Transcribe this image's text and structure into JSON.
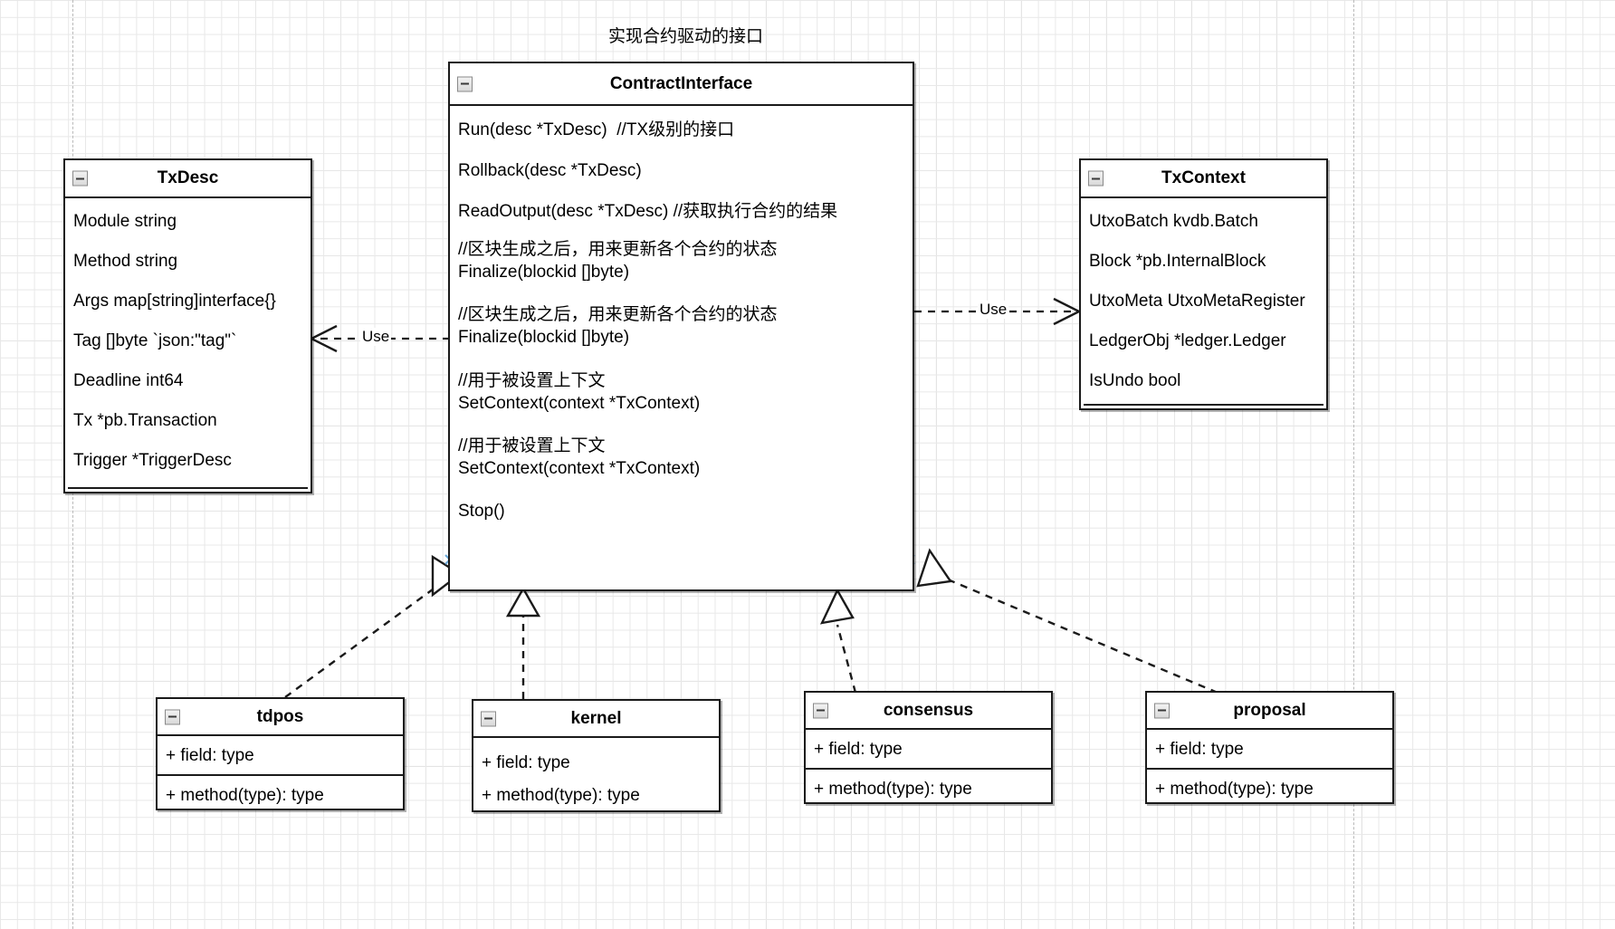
{
  "diagram": {
    "title": "实现合约驱动的接口",
    "background": "#ffffff",
    "grid_color": "#e8e8e8",
    "line_color": "#1a1a1a",
    "connection_point_color": "#6ba8d8"
  },
  "classes": {
    "contract_interface": {
      "name": "ContractInterface",
      "collapse_icon": "minus-box-icon",
      "members": [
        "Run(desc *TxDesc)  //TX级别的接口",
        "Rollback(desc *TxDesc)",
        "ReadOutput(desc *TxDesc) //获取执行合约的结果",
        "//区块生成之后，用来更新各个合约的状态\nFinalize(blockid []byte)",
        "//区块生成之后，用来更新各个合约的状态\nFinalize(blockid []byte)",
        "//用于被设置上下文\nSetContext(context *TxContext)",
        "//用于被设置上下文\nSetContext(context *TxContext)",
        "Stop()"
      ]
    },
    "tx_desc": {
      "name": "TxDesc",
      "collapse_icon": "minus-box-icon",
      "members": [
        "Module string",
        "Method string",
        "Args map[string]interface{}",
        "Tag []byte `json:\"tag\"`",
        "Deadline int64",
        "Tx *pb.Transaction",
        "Trigger *TriggerDesc"
      ]
    },
    "tx_context": {
      "name": "TxContext",
      "collapse_icon": "minus-box-icon",
      "members": [
        "UtxoBatch kvdb.Batch",
        "Block *pb.InternalBlock",
        "UtxoMeta UtxoMetaRegister",
        "LedgerObj *ledger.Ledger",
        "IsUndo bool"
      ]
    },
    "tdpos": {
      "name": "tdpos",
      "collapse_icon": "minus-box-icon",
      "fields": [
        "+ field: type"
      ],
      "methods": [
        "+ method(type): type"
      ]
    },
    "kernel": {
      "name": "kernel",
      "collapse_icon": "minus-box-icon",
      "fields": [
        "+ field: type"
      ],
      "methods": [
        "+ method(type): type"
      ]
    },
    "consensus": {
      "name": "consensus",
      "collapse_icon": "minus-box-icon",
      "fields": [
        "+ field: type"
      ],
      "methods": [
        "+ method(type): type"
      ]
    },
    "proposal": {
      "name": "proposal",
      "collapse_icon": "minus-box-icon",
      "fields": [
        "+ field: type"
      ],
      "methods": [
        "+ method(type): type"
      ]
    }
  },
  "connectors": {
    "use_left_label": "Use",
    "use_right_label": "Use"
  }
}
